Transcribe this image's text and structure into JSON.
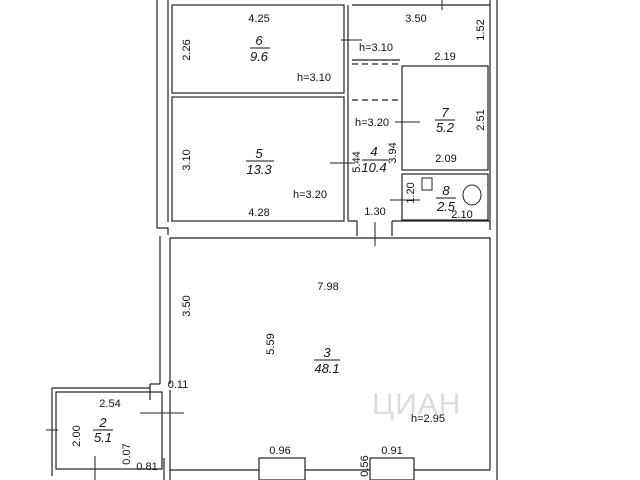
{
  "rooms": [
    {
      "num": "6",
      "area": "9.6"
    },
    {
      "num": "5",
      "area": "13.3"
    },
    {
      "num": "4",
      "area": "10.4"
    },
    {
      "num": "7",
      "area": "5.2"
    },
    {
      "num": "8",
      "area": "2.5"
    },
    {
      "num": "3",
      "area": "48.1"
    },
    {
      "num": "2",
      "area": "5.1"
    }
  ],
  "dims": {
    "d_425": "4.25",
    "d_350": "3.50",
    "d_152": "1.52",
    "d_226": "2.26",
    "d_310": "3.10",
    "d_219": "2.19",
    "d_251": "2.51",
    "d_310_left": "3.10",
    "d_209": "2.09",
    "d_428": "4.28",
    "d_544": "5.44",
    "d_394": "3.94",
    "d_120": "1.20",
    "d_130": "1.30",
    "d_210": "2.10",
    "d_798": "7.98",
    "d_350_left": "3.50",
    "d_559": "5.59",
    "d_011": "0.11",
    "d_254": "2.54",
    "d_200": "2.00",
    "d_007": "0.07",
    "d_081": "0.81",
    "d_096": "0.96",
    "d_056": "0.56",
    "d_091": "0.91"
  },
  "heights": {
    "h_6": "h=3.10",
    "h_hall_top": "h=3.10",
    "h_5": "h=3.20",
    "h_4": "h=3.20",
    "h_3": "h=2.95"
  },
  "watermark": "ЦИАН"
}
